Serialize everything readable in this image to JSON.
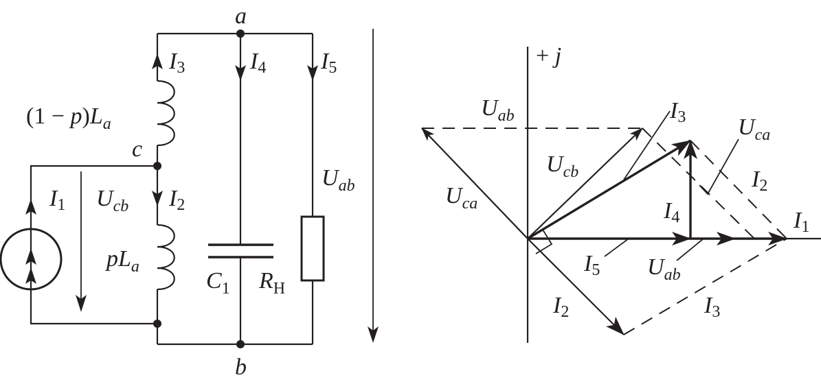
{
  "circuit": {
    "nodes": {
      "a": "a",
      "b": "b",
      "c": "c"
    },
    "currents": {
      "I1": {
        "main": "I",
        "sub": "1"
      },
      "I2": {
        "main": "I",
        "sub": "2"
      },
      "I3": {
        "main": "I",
        "sub": "3"
      },
      "I4": {
        "main": "I",
        "sub": "4"
      },
      "I5": {
        "main": "I",
        "sub": "5"
      }
    },
    "voltages": {
      "Ucb": {
        "main": "U",
        "sub": "cb"
      },
      "Uab": {
        "main": "U",
        "sub": "ab"
      }
    },
    "components": {
      "inductor_upper": {
        "prefix": "(1 − ",
        "p": "p",
        "close": ")",
        "main": "L",
        "sub": "a"
      },
      "inductor_lower": {
        "p": "p",
        "main": "L",
        "sub": "a"
      },
      "capacitor": {
        "main": "C",
        "sub": "1"
      },
      "resistor": {
        "main": "R",
        "sub": "H"
      }
    }
  },
  "phasor": {
    "axis_label": {
      "plus": "+ ",
      "j": "j"
    },
    "labels": {
      "Uab_top": {
        "main": "U",
        "sub": "ab"
      },
      "Uca_left": {
        "main": "U",
        "sub": "ca"
      },
      "Ucb": {
        "main": "U",
        "sub": "cb"
      },
      "I3_top": {
        "main": "I",
        "sub": "3"
      },
      "Uca_right": {
        "main": "U",
        "sub": "ca"
      },
      "I2_right": {
        "main": "I",
        "sub": "2"
      },
      "I4": {
        "main": "I",
        "sub": "4"
      },
      "I1": {
        "main": "I",
        "sub": "1"
      },
      "I5": {
        "main": "I",
        "sub": "5"
      },
      "Uab_bottom": {
        "main": "U",
        "sub": "ab"
      },
      "I2_bottom": {
        "main": "I",
        "sub": "2"
      },
      "I3_bottom": {
        "main": "I",
        "sub": "3"
      }
    }
  }
}
